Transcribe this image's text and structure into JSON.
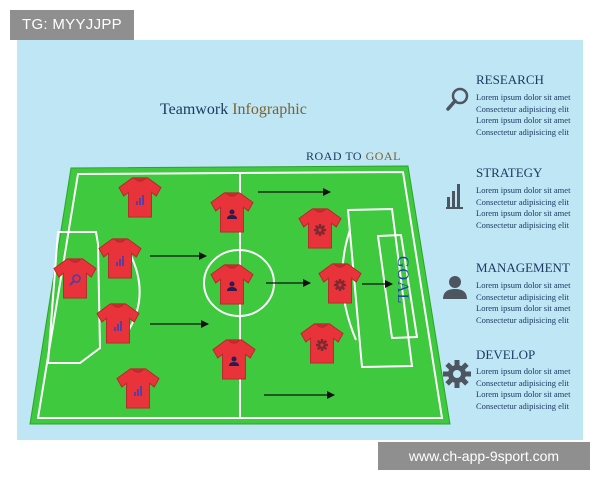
{
  "badge_text": "TG: MYYJJPP",
  "watermark_text": "www.ch-app-9sport.com",
  "title": {
    "word1": "Teamwork",
    "word2": "Infographic"
  },
  "road": {
    "part1": "ROAD",
    "part2": "TO",
    "part3": "GOAL"
  },
  "goal_label": "GOAL",
  "colors": {
    "background": "#bfe6f4",
    "pitch": "#3ec93e",
    "jersey": "#e8333a",
    "emblem": "#5b3fa0",
    "text": "#1c3a63",
    "accent_text": "#7a6235",
    "icon": "#4d5560"
  },
  "sections": [
    {
      "title": "RESEARCH",
      "icon": "magnifier-icon",
      "lines": [
        "Lorem ipsum dolor sit amet",
        "Consectetur adipisicing elit",
        "Lorem ipsum dolor sit amet",
        "Consectetur adipisicing elit"
      ]
    },
    {
      "title": "STRATEGY",
      "icon": "bar-chart-icon",
      "lines": [
        "Lorem ipsum dolor sit amet",
        "Consectetur adipisicing elit",
        "Lorem ipsum dolor sit amet",
        "Consectetur adipisicing elit"
      ]
    },
    {
      "title": "MANAGEMENT",
      "icon": "person-icon",
      "lines": [
        "Lorem ipsum dolor sit amet",
        "Consectetur adipisicing elit",
        "Lorem ipsum dolor sit amet",
        "Consectetur adipisicing elit"
      ]
    },
    {
      "title": "DEVELOP",
      "icon": "gear-icon",
      "lines": [
        "Lorem ipsum dolor sit amet",
        "Consectetur adipisicing elit",
        "Lorem ipsum dolor sit amet",
        "Consectetur adipisicing elit"
      ]
    }
  ],
  "players": [
    {
      "emblem": "magnifier-icon"
    },
    {
      "emblem": "bar-chart-icon"
    },
    {
      "emblem": "bar-chart-icon"
    },
    {
      "emblem": "bar-chart-icon"
    },
    {
      "emblem": "bar-chart-icon"
    },
    {
      "emblem": "bar-chart-icon"
    },
    {
      "emblem": "person-icon"
    },
    {
      "emblem": "person-icon"
    },
    {
      "emblem": "person-icon"
    },
    {
      "emblem": "gear-icon"
    },
    {
      "emblem": "gear-icon"
    },
    {
      "emblem": "gear-icon"
    }
  ]
}
